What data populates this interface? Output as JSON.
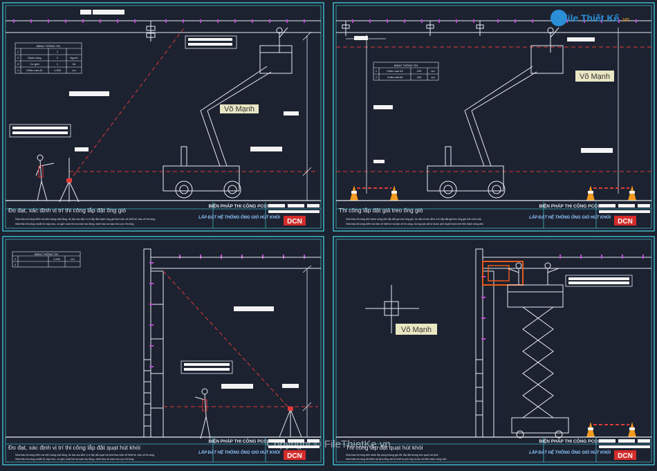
{
  "site_logo": {
    "text": "File Thiết Kế",
    "suffix": ".vn"
  },
  "watermark": "Copyright © FileThietKe.vn",
  "panels": [
    {
      "caption": "Đo đạt, xác định vị trí thi công lắp đặt ống gió",
      "notes": [
        "Nhà thầu thi công kiểm tra hiện trạng mặt bằng, đo đạt xác định vị trí lắp đặt tuyến ống gió theo bản vẽ thiết kế, bản vẽ thi công",
        "Nhà thầu thi công chuẩn bị máy móc, cơ giới, tuân thủ an toàn lao động, cảnh báo an toàn khu vực thi công"
      ],
      "title_top": "BIỆN PHÁP THI CÔNG PCCC",
      "title_bottom": "LẮP ĐẶT HỆ THỐNG ỐNG GIÓ HÚT KHÓI",
      "brand": "DCN",
      "table": {
        "header": "BẢNG THÔNG TIN",
        "rows": [
          [
            "1",
            "",
            "1",
            ""
          ],
          [
            "2",
            "Nhân công",
            "2",
            "Người"
          ],
          [
            "3",
            "Cơ giới",
            "1",
            "Xe"
          ],
          [
            "4",
            "Chiều cao A1",
            "1.000",
            "cm"
          ]
        ]
      },
      "signature": "Võ Mạnh"
    },
    {
      "caption": "Thi công lắp đặt giá treo ống gió",
      "notes": [
        "Nhà thầu thi công tiến hành công việc lắp đặt giá treo ống gió, đo đạt và xác định vị trí lắp đặt giá treo ống gió trên trần nhà",
        "Nhà thầu thi công kiểm tra bản vẽ thiết kế và bản vẽ thi công, chừng loại vật tư được phê duyệt trước khi tiến hành công việc"
      ],
      "title_top": "BIỆN PHÁP THI CÔNG PCCC",
      "title_bottom": "LẮP ĐẶT HỆ THỐNG ỐNG GIÓ HÚT KHÓI",
      "brand": "DCN",
      "table": {
        "header": "BẢNG THÔNG TIN",
        "rows": [
          [
            "1",
            "Chiều cao A2",
            "100",
            "cm"
          ],
          [
            "2",
            "Chiều dài A3",
            "150",
            "cm"
          ]
        ]
      },
      "signature": "Võ Mạnh"
    },
    {
      "caption": "Đo đạt, xác định vị trí thi công lắp đặt quạt hút khói",
      "notes": [
        "Nhà thầu thi công kiểm tra hiện trạng mặt bằng, đo đạt xác định vị trí lắp đặt quạt hút khói theo bản vẽ thiết kế, bản vẽ thi công",
        "Nhà thầu thi công chuẩn bị máy móc, cơ giới, tuân thủ an toàn lao động, cảnh báo an toàn khu vực thi công"
      ],
      "title_top": "BIỆN PHÁP THI CÔNG PCCC",
      "title_bottom": "LẮP ĐẶT HỆ THỐNG ỐNG GIÓ HÚT KHÓI",
      "brand": "DCN",
      "table": {
        "header": "BẢNG THÔNG TIN",
        "rows": [
          [
            "1",
            "",
            "1.000",
            "cm"
          ],
          [
            "2",
            "",
            "",
            ""
          ]
        ]
      },
      "signature": ""
    },
    {
      "caption": "Thi công lắp đặt quạt hút khói",
      "notes": [
        "Nhà thầu thi công tiến hành lắp dựng khung giá đỡ, lắp đặt khung treo quạt hút khói",
        "Nhà thầu thi công đã kiểm tra kỹ lưỡng vật tư thiết bị phù hợp trước khi tiến hành công việc"
      ],
      "title_top": "BIỆN PHÁP THI CÔNG PCCC",
      "title_bottom": "LẮP ĐẶT HỆ THỐNG ỐNG GIÓ HÚT KHÓI",
      "brand": "DCN",
      "table": null,
      "signature": "Võ Mạnh"
    }
  ],
  "colors": {
    "background": "#1c2230",
    "frame": "#3fb6c8",
    "ink": "#e8eef2",
    "accent_red": "#e03a3a",
    "pipe_purple": "#c04ad6",
    "label_box": "#f3f3f3",
    "title_text": "#dfe8ee",
    "title_blue": "#8fc7ff"
  }
}
